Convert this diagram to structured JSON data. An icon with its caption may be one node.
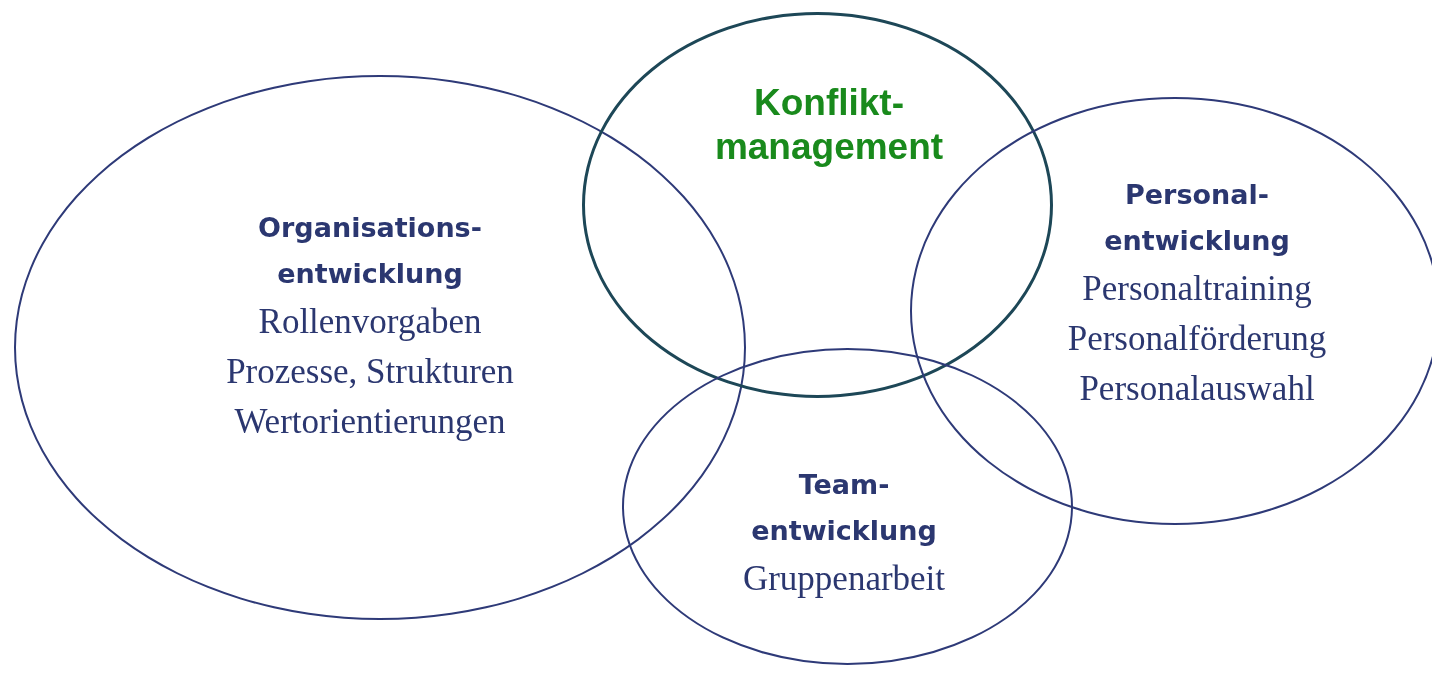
{
  "diagram": {
    "nodes": [
      {
        "text": [
          "Organisations- entwicklung",
          "Rollenvorgaben",
          "Prozesse, Strukturen",
          "Wertorientierungen"
        ]
      },
      {
        "text": [
          "Konflikt- management"
        ]
      },
      {
        "text": [
          "Personal- entwicklung",
          "Personaltraining",
          "Personalförderung",
          "Personalauswahl"
        ]
      },
      {
        "text": [
          "Team- entwicklung",
          "Gruppenarbeit"
        ]
      }
    ]
  }
}
